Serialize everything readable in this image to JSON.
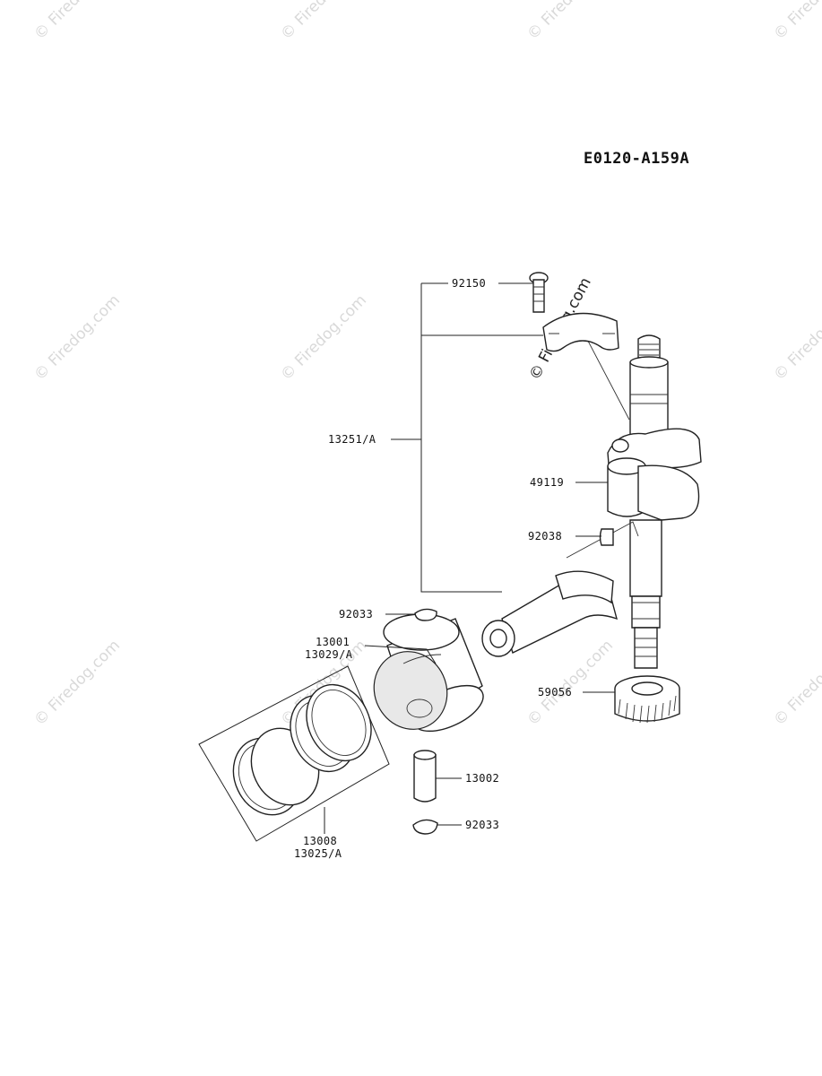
{
  "diagram_code": "E0120-A159A",
  "watermark_text": "© Firedog.com",
  "callouts": {
    "p92150": "92150",
    "p13251": "13251/A",
    "p49119": "49119",
    "p92038": "92038",
    "p92033_top": "92033",
    "p13001": "13001",
    "p13029": "13029/A",
    "p59056": "59056",
    "p13002": "13002",
    "p92033_bottom": "92033",
    "p13008": "13008",
    "p13025": "13025/A"
  },
  "colors": {
    "ink": "#222222",
    "watermark": "#d9d9d9",
    "background": "#ffffff"
  }
}
